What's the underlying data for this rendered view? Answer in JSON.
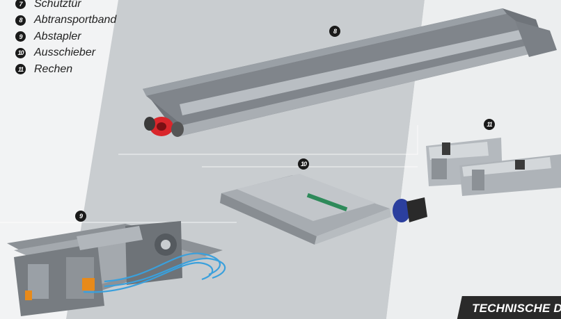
{
  "legend": [
    {
      "number": "7",
      "label": "Schutztür"
    },
    {
      "number": "8",
      "label": "Abtransportband"
    },
    {
      "number": "9",
      "label": "Abstapler"
    },
    {
      "number": "10",
      "label": "Ausschieber"
    },
    {
      "number": "11",
      "label": "Rechen"
    }
  ],
  "callouts": {
    "conveyor": "8",
    "stacker": "9",
    "pusher": "10",
    "rake": "11"
  },
  "banner": {
    "text": "TECHNISCHE D"
  },
  "colors": {
    "band_shade": "#c9cdd0",
    "machine_gray": "#8c9196",
    "roller_red": "#d9262b",
    "motor_blue": "#2b3f9e",
    "hose_blue": "#3aa0dc",
    "accent_orange": "#e88a1a",
    "banner_bg": "#2a2a2a"
  }
}
